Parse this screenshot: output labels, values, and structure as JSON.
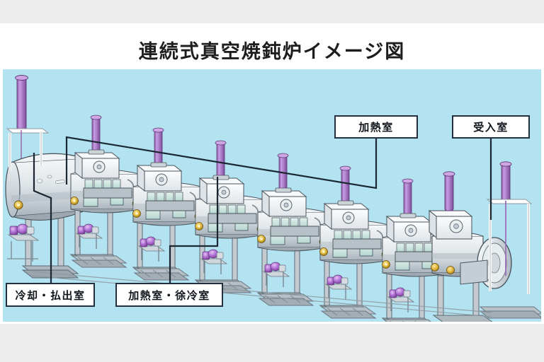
{
  "page": {
    "title": "連続式真空焼鈍炉イメージ図",
    "background_color": "#eeeded",
    "panel_color": "#b3e2f1",
    "title_color": "#1d1d1d"
  },
  "diagram": {
    "type": "technical-illustration",
    "subject": "continuous vacuum annealing furnace",
    "view": "isometric-3d",
    "machine_body_color": "#d8dde1",
    "machine_outline_color": "#2b3136",
    "actuator_color": "#b67ed0",
    "valve_color": "#ddb43a",
    "pump_color": "#b26fd6",
    "glass_panel_color": "#cfe9e2",
    "frame_color": "#b9c2c8",
    "module_count": 7
  },
  "callouts": {
    "line_color": "#1b2733",
    "box_fill": "#ffffff",
    "box_border": "#22303f",
    "items": [
      {
        "id": "heating",
        "label": "加熱室",
        "position": "top-center-right"
      },
      {
        "id": "intake",
        "label": "受入室",
        "position": "top-right"
      },
      {
        "id": "cooling",
        "label": "冷却・払出室",
        "position": "bottom-left"
      },
      {
        "id": "anneal",
        "label": "加熱室・徐冷室",
        "position": "bottom-center-left"
      }
    ]
  }
}
